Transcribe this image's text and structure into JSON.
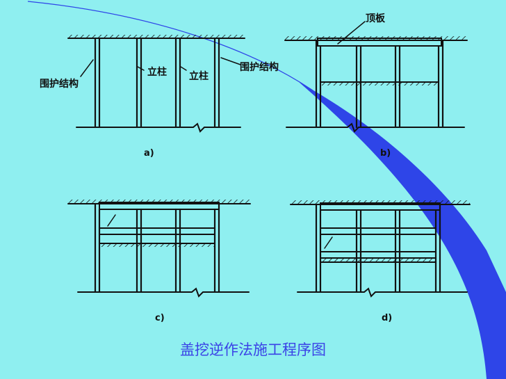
{
  "title": "盖挖逆作法施工程序图",
  "accent_color": "#2F3FE6",
  "panels": [
    {
      "caption": "a)",
      "labels": {
        "support_left": "围护结构",
        "column_1": "立柱",
        "column_2": "立柱",
        "support_right": "围护结构"
      }
    },
    {
      "caption": "b)",
      "labels": {
        "roof_slab": "顶板"
      }
    },
    {
      "caption": "c)",
      "labels": {}
    },
    {
      "caption": "d)",
      "labels": {}
    }
  ]
}
